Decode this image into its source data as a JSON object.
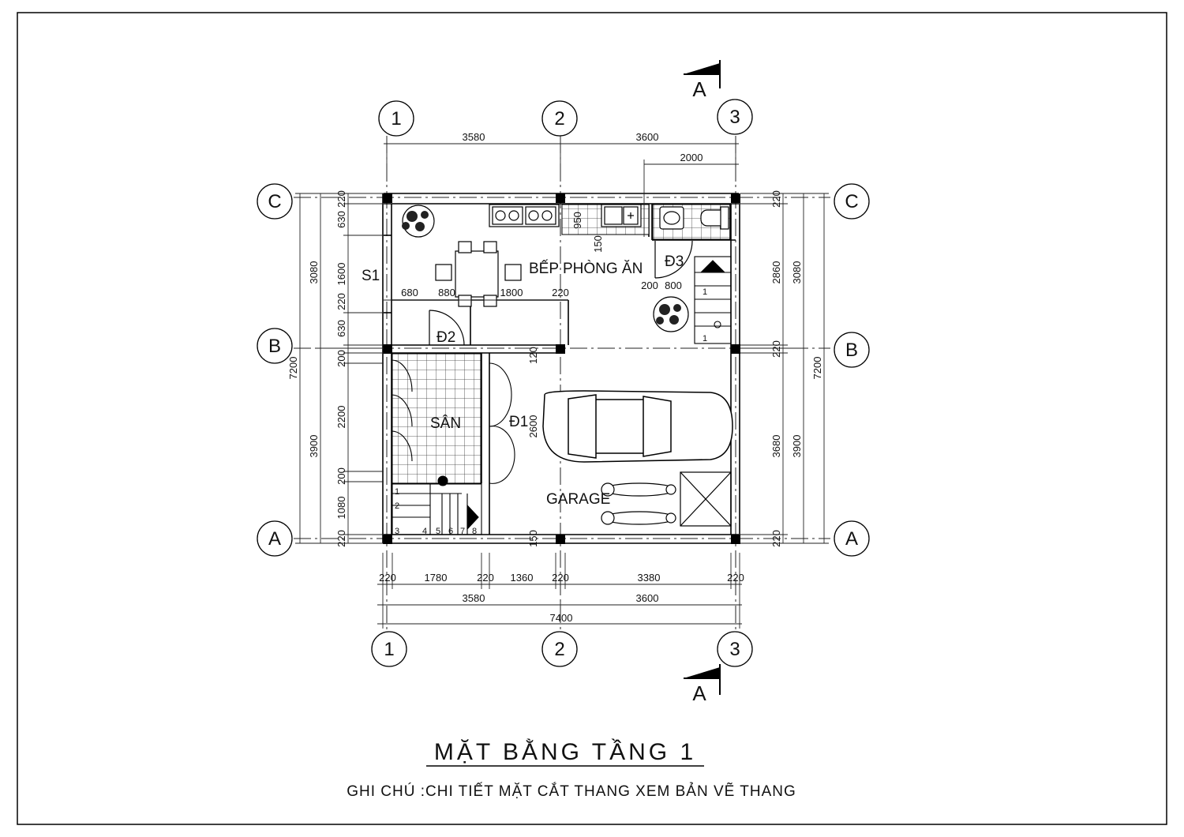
{
  "title": "MẶT BẰNG TẦNG 1",
  "note": "GHI CHÚ :CHI TIẾT MẶT CẮT THANG XEM BẢN VẼ THANG",
  "section_marker": "A",
  "grid": {
    "columns": [
      "1",
      "2",
      "3"
    ],
    "rows": [
      "C",
      "B",
      "A"
    ]
  },
  "rooms": {
    "kitchen": "BẾP PHÒNG ĂN",
    "courtyard": "SÂN",
    "garage": "GARAGE",
    "window": "S1",
    "door_d1": "Đ1",
    "door_d2": "Đ2",
    "door_d3": "Đ3"
  },
  "dimensions": {
    "top_bays": [
      "3580",
      "3600"
    ],
    "top_wc": "2000",
    "bottom_detail": [
      "220",
      "1780",
      "220",
      "1360",
      "220",
      "3380",
      "220"
    ],
    "bottom_bays": [
      "3580",
      "3600"
    ],
    "bottom_total": "7400",
    "left_detail": [
      "220",
      "630",
      "1600",
      "220",
      "630",
      "200",
      "2200",
      "200",
      "1080",
      "220"
    ],
    "left_bays": [
      "3080",
      "3900"
    ],
    "left_total": "7200",
    "right_detail": [
      "220",
      "2860",
      "220",
      "3680",
      "220"
    ],
    "right_bays": [
      "3080",
      "3900"
    ],
    "right_total": "7200",
    "interior": [
      "680",
      "880",
      "1800",
      "220",
      "950",
      "150",
      "200",
      "800",
      "120",
      "2600",
      "150"
    ]
  },
  "stair_steps": [
    "1",
    "2",
    "3",
    "4",
    "5",
    "6",
    "7",
    "8"
  ],
  "upper_stair_steps": [
    "1",
    "1"
  ]
}
